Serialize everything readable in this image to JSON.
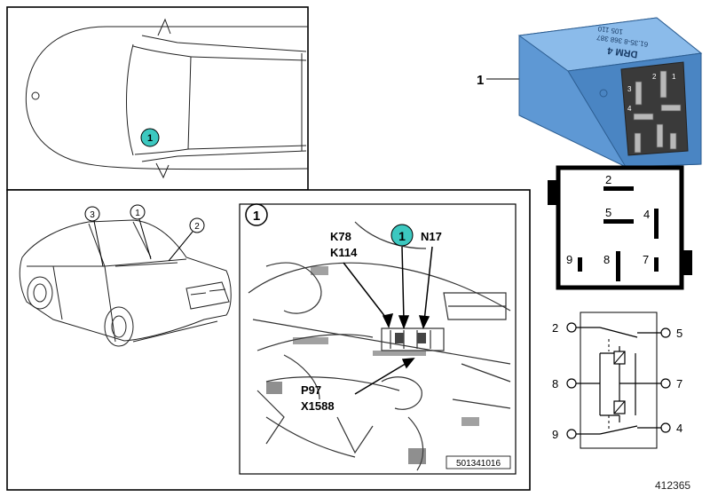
{
  "relay": {
    "callout": "1",
    "body_text": [
      "DRM 4",
      "61.35-8 368 387",
      "105 110"
    ],
    "body_color": "#6fa6de",
    "pin_numbers": [
      "2",
      "1",
      "3",
      "4"
    ]
  },
  "top_view": {
    "marker": "1",
    "marker_color": "#3cc8c0"
  },
  "car_view": {
    "callouts": [
      "3",
      "1",
      "2"
    ]
  },
  "detail_view": {
    "title": "1",
    "marker": "1",
    "labels": {
      "k78": "K78",
      "k114": "K114",
      "n17": "N17",
      "p97": "P97",
      "x1588": "X1588"
    },
    "part_code": "501341016"
  },
  "pinout": {
    "pins": [
      "2",
      "5",
      "4",
      "9",
      "8",
      "7"
    ]
  },
  "schematic": {
    "left_pins": [
      "2",
      "8",
      "9"
    ],
    "right_pins": [
      "5",
      "7",
      "4"
    ]
  },
  "diagram_id": "412365"
}
